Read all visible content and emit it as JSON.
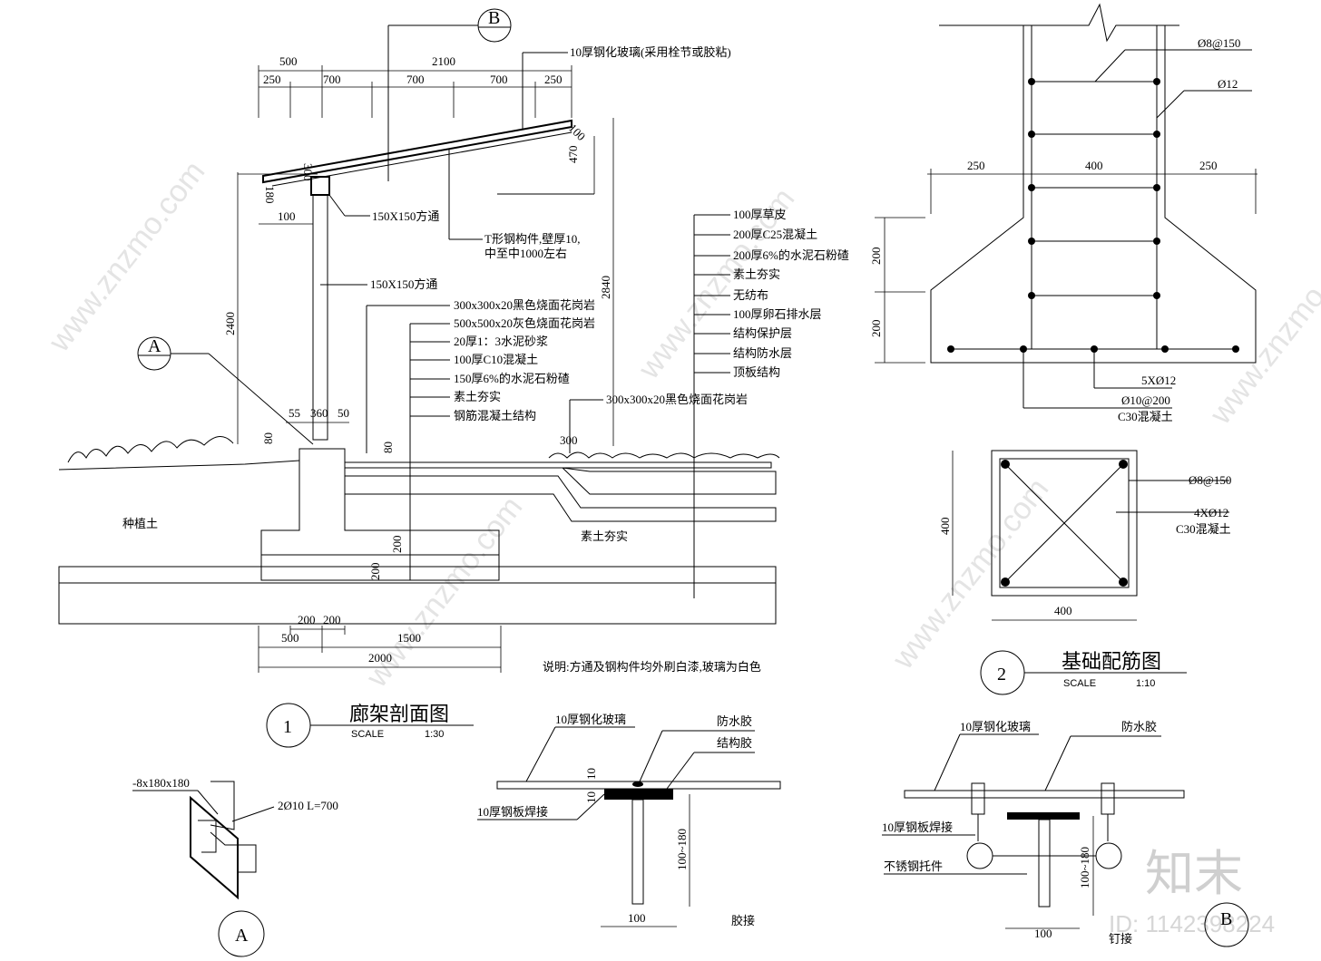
{
  "section": {
    "title": "廊架剖面图",
    "number": "1",
    "scale_label": "SCALE",
    "scale_value": "1:30",
    "marker_A": "A",
    "marker_B": "B",
    "dims_top": [
      "500",
      "2100",
      "250",
      "700",
      "700",
      "700",
      "250"
    ],
    "dims_bottom": [
      "200",
      "200",
      "500",
      "1500",
      "2000"
    ],
    "dims_misc": {
      "d300": "300",
      "d180": "180",
      "d100": "100",
      "d2400": "2400",
      "d2840": "2840",
      "d470": "470",
      "d100b": "100",
      "d55": "55",
      "d360": "360",
      "d50": "50",
      "d80": "80",
      "d80b": "80",
      "d300b": "300",
      "d200a": "200",
      "d200b": "200"
    },
    "glass_label": "10厚钢化玻璃(采用栓节或胶粘)",
    "tube_label_1": "150X150方通",
    "tube_label_2": "150X150方通",
    "tsteel_label": [
      "T形钢构件,壁厚10,",
      "中至中1000左右"
    ],
    "paving_layers": [
      "300x300x20黑色烧面花岗岩",
      "500x500x20灰色烧面花岗岩",
      "20厚1：3水泥砂浆",
      "100厚C10混凝土",
      "150厚6%的水泥石粉碴",
      "素土夯实",
      "钢筋混凝土结构"
    ],
    "lawn_layers": [
      "100厚草皮",
      "200厚C25混凝土",
      "200厚6%的水泥石粉碴",
      "素土夯实",
      "无纺布",
      "100厚卵石排水层",
      "结构保护层",
      "结构防水层",
      "顶板结构"
    ],
    "granite_label": "300x300x20黑色烧面花岗岩",
    "soil_left": "种植土",
    "soil_right": "素土夯实",
    "note": "说明:方通及钢构件均外刷白漆,玻璃为白色"
  },
  "foundation": {
    "title": "基础配筋图",
    "number": "2",
    "scale_label": "SCALE",
    "scale_value": "1:10",
    "dims": [
      "250",
      "400",
      "250",
      "200",
      "200"
    ],
    "plan_dims": [
      "400",
      "400"
    ],
    "labels": [
      "Ø8@150",
      "Ø12",
      "5XØ12",
      "Ø10@200",
      "C30混凝土"
    ],
    "plan_labels": [
      "Ø8@150",
      "4XØ12",
      "C30混凝土"
    ]
  },
  "detail_A": {
    "marker": "A",
    "plate_label": "-8x180x180",
    "bar_label": "2Ø10  L=700"
  },
  "detail_glue": {
    "title": "胶接",
    "labels": [
      "10厚钢化玻璃",
      "防水胶",
      "结构胶",
      "10厚钢板焊接"
    ],
    "dims": [
      "10",
      "10",
      "100~180",
      "100"
    ]
  },
  "detail_nail": {
    "title": "钉接",
    "marker": "B",
    "labels": [
      "10厚钢化玻璃",
      "防水胶",
      "10厚钢板焊接",
      "不锈钢托件"
    ],
    "dims": [
      "100~180",
      "100"
    ]
  },
  "watermark": {
    "site": "www.znzmo.com",
    "brand": "知末",
    "id": "ID: 1142398224"
  }
}
